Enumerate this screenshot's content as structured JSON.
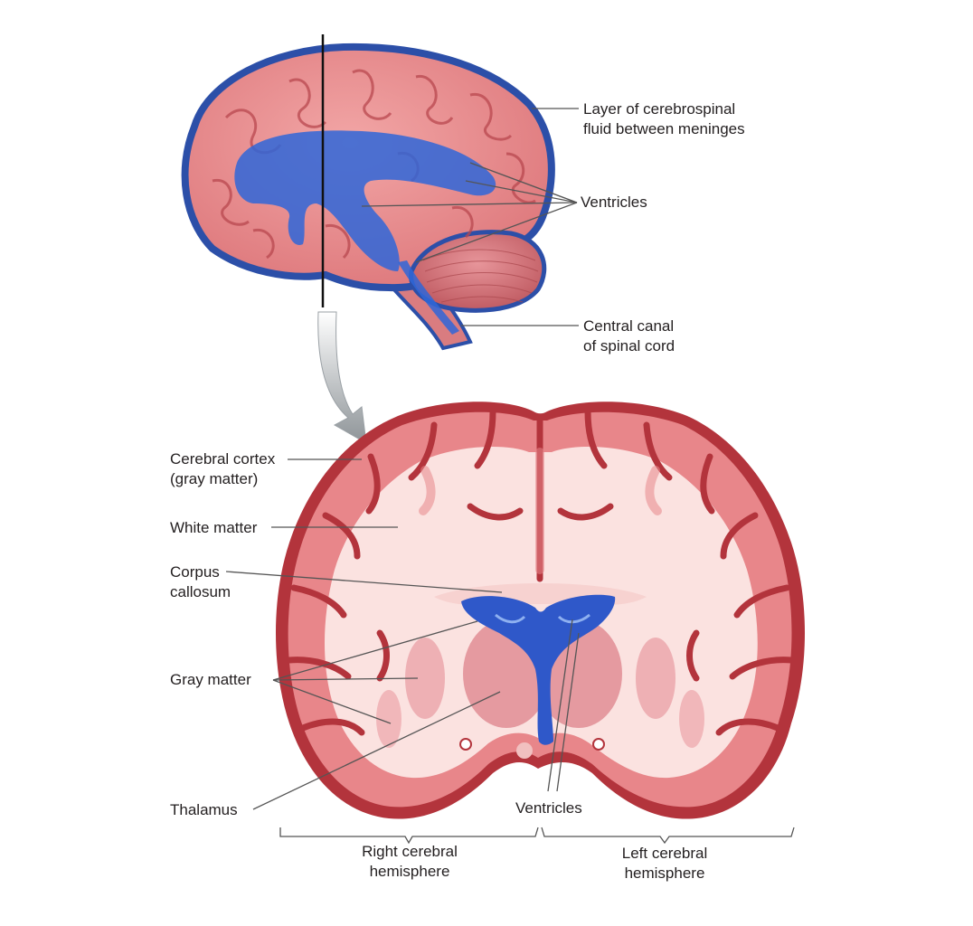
{
  "sagittal_view": {
    "labels": {
      "csf_layer": "Layer of cerebrospinal\nfluid between meninges",
      "ventricles": "Ventricles",
      "central_canal": "Central canal\nof spinal cord"
    }
  },
  "coronal_view": {
    "labels": {
      "cerebral_cortex": "Cerebral cortex\n(gray matter)",
      "white_matter": "White matter",
      "corpus_callosum": "Corpus\ncallosum",
      "gray_matter": "Gray matter",
      "thalamus": "Thalamus",
      "ventricles": "Ventricles",
      "right_hemisphere": "Right cerebral\nhemisphere",
      "left_hemisphere": "Left cerebral\nhemisphere"
    }
  },
  "colors": {
    "cortex_pink": "#e8868a",
    "cortex_dark": "#b5333b",
    "white_matter": "#fbe2e0",
    "ventricle_blue": "#2f58c9",
    "csf_blue": "#2c4fa8",
    "cerebellum": "#d9787c",
    "leader_line": "#555555"
  }
}
